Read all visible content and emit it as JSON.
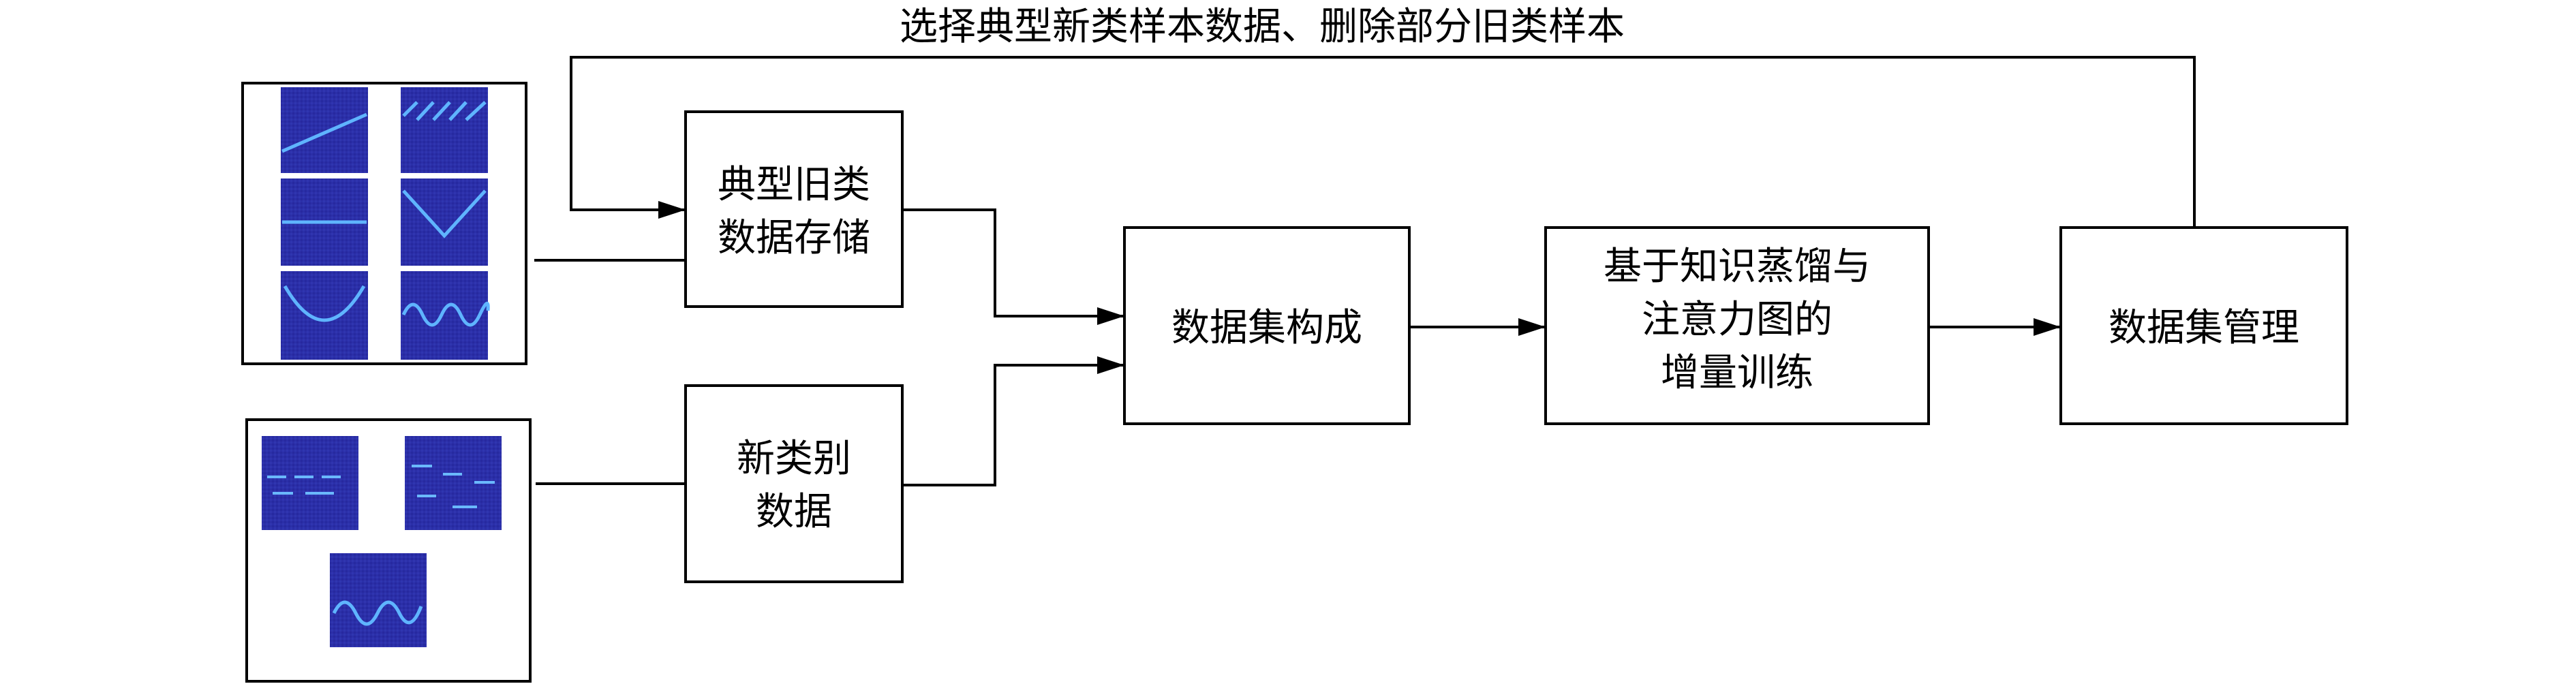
{
  "feedback_label": "选择典型新类样本数据、删除部分旧类样本",
  "boxes": {
    "old_storage": [
      "典型旧类",
      "数据存储"
    ],
    "new_class": [
      "新类别",
      "数据"
    ],
    "dataset_construct": [
      "数据集构成"
    ],
    "incremental_training": [
      "基于知识蒸馏与",
      "注意力图的",
      "增量训练"
    ],
    "dataset_management": [
      "数据集管理"
    ]
  },
  "colors": {
    "thumb_bg": "#2b2fa8",
    "thumb_signal": "#5fb4ff",
    "line": "#000000"
  },
  "icons": {
    "old_class_samples": "signal-spectrogram-thumbnails",
    "new_class_samples": "signal-spectrogram-thumbnails"
  }
}
